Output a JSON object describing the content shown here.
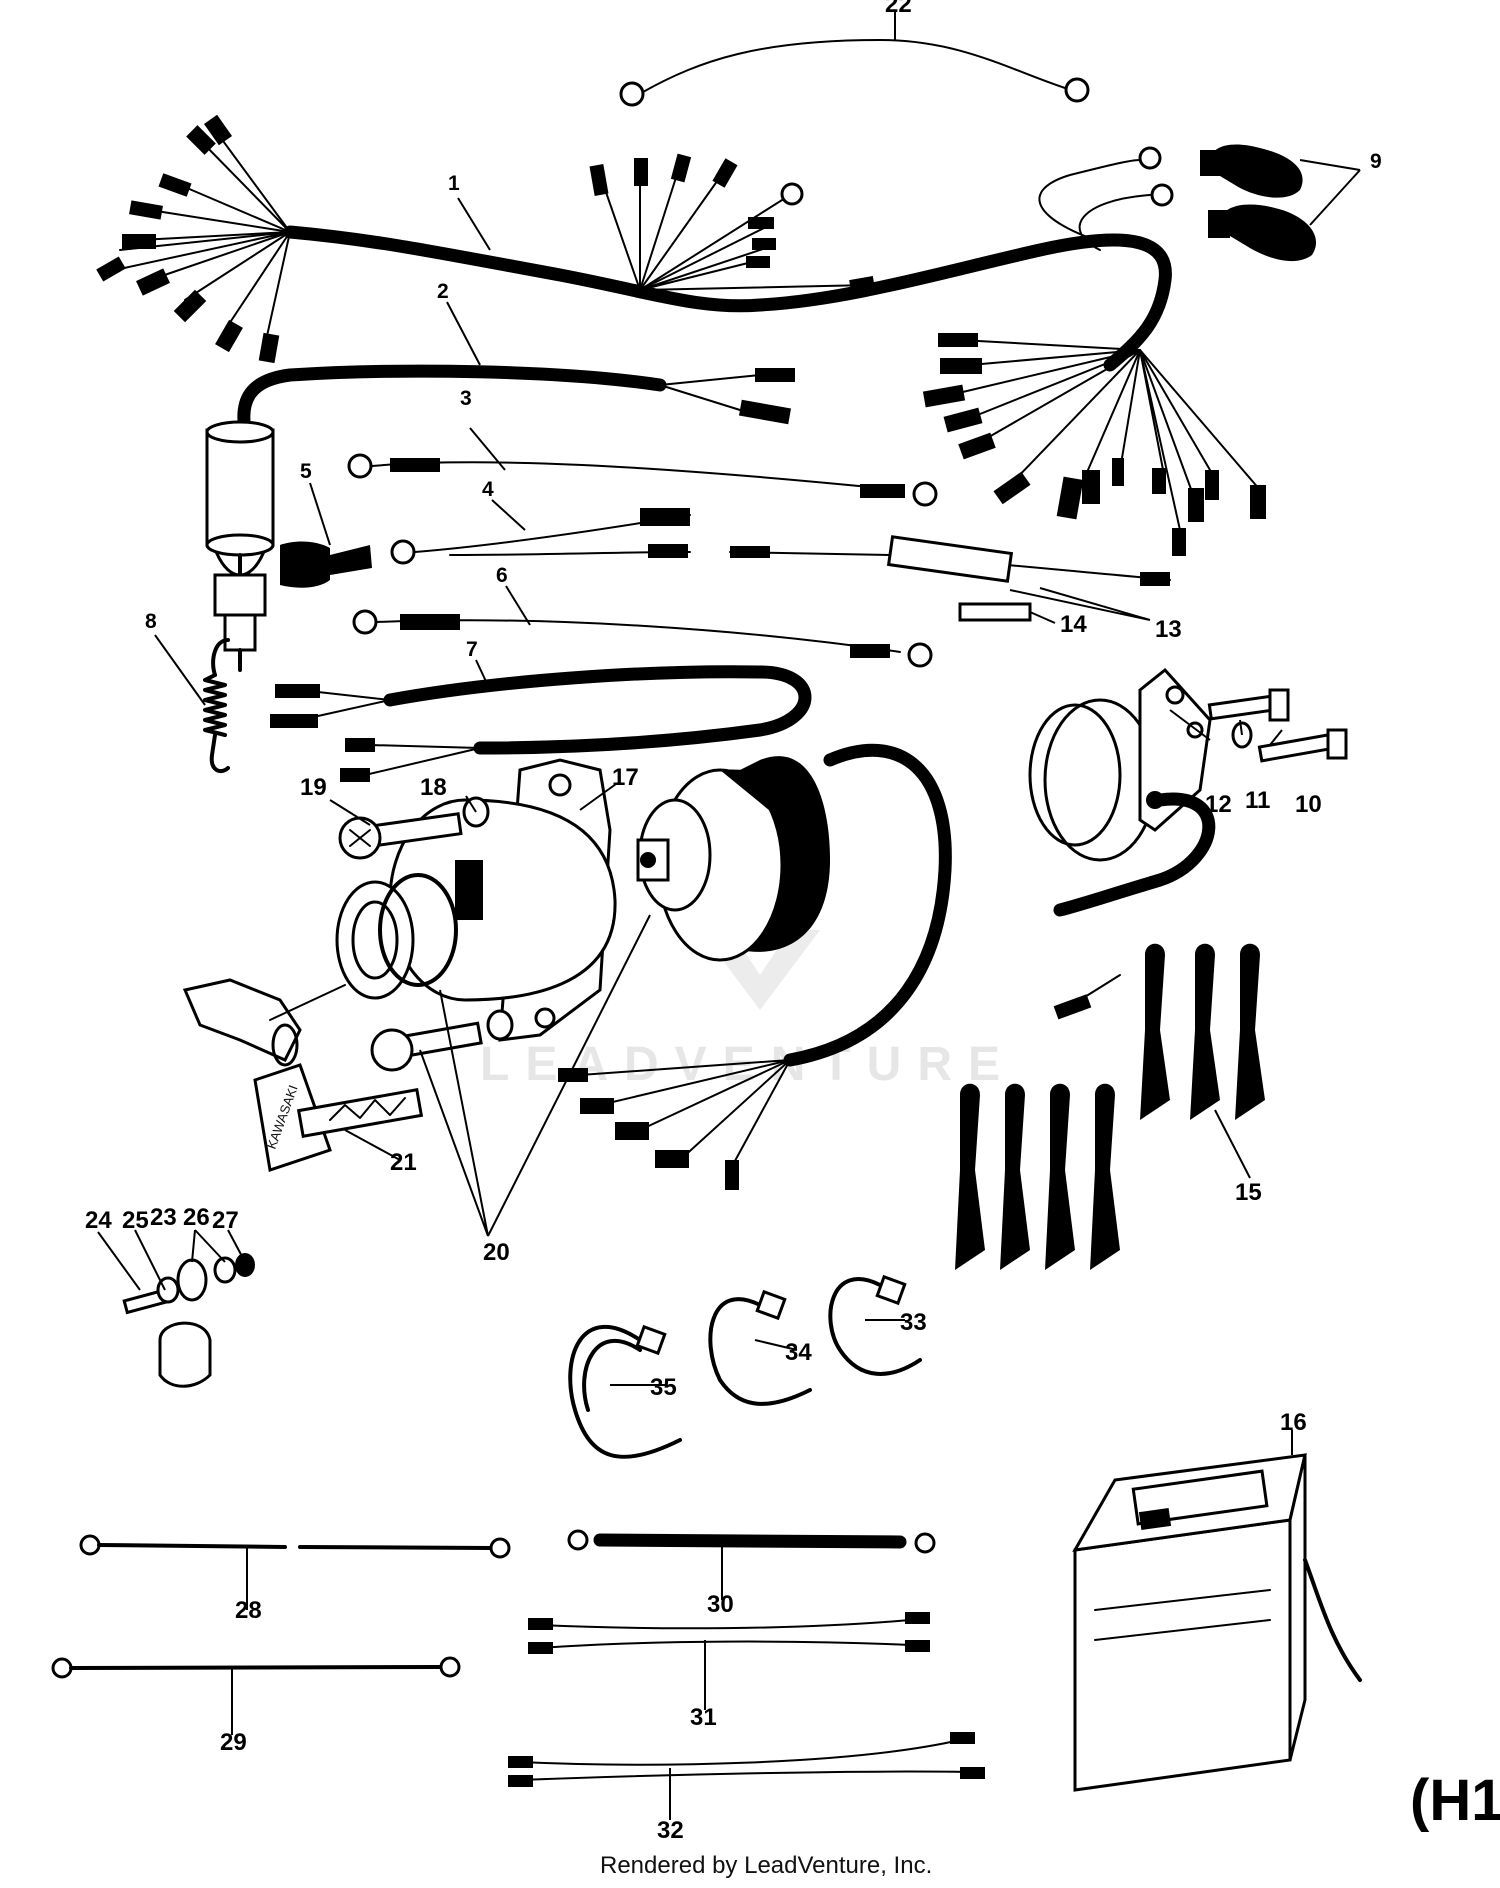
{
  "diagram": {
    "callouts": [
      "1",
      "2",
      "3",
      "4",
      "5",
      "6",
      "7",
      "8",
      "9",
      "10",
      "11",
      "12",
      "13",
      "14",
      "15",
      "16",
      "17",
      "18",
      "19",
      "20",
      "21",
      "22",
      "23",
      "24",
      "25",
      "26",
      "27",
      "28",
      "29",
      "30",
      "31",
      "32",
      "33",
      "34",
      "35"
    ],
    "key_brand_text": "KAWASAKI",
    "watermark_text": "LEADVENTURE",
    "page_code": "(H1",
    "footer_text": "Rendered by LeadVenture, Inc."
  }
}
